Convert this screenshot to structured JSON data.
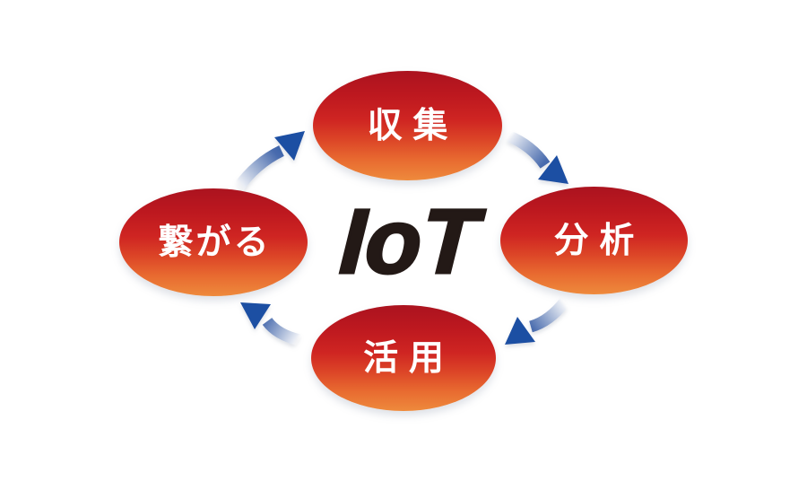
{
  "diagram": {
    "center_label": "IoT",
    "nodes": {
      "collect": {
        "label": "収集"
      },
      "analyze": {
        "label": "分析"
      },
      "utilize": {
        "label": "活用"
      },
      "connect": {
        "label": "繋がる"
      }
    },
    "arrows": [
      {
        "from": "connect",
        "to": "collect"
      },
      {
        "from": "collect",
        "to": "analyze"
      },
      {
        "from": "analyze",
        "to": "utilize"
      },
      {
        "from": "utilize",
        "to": "connect"
      }
    ],
    "colors": {
      "node_gradient_top": "#ab131f",
      "node_gradient_mid": "#cf2522",
      "node_gradient_bottom": "#ee8a3c",
      "node_text": "#ffffff",
      "arrow_dark": "#1b4fa3",
      "arrow_light": "#e8ecf4",
      "center_text": "#231916",
      "background": "#ffffff"
    }
  }
}
